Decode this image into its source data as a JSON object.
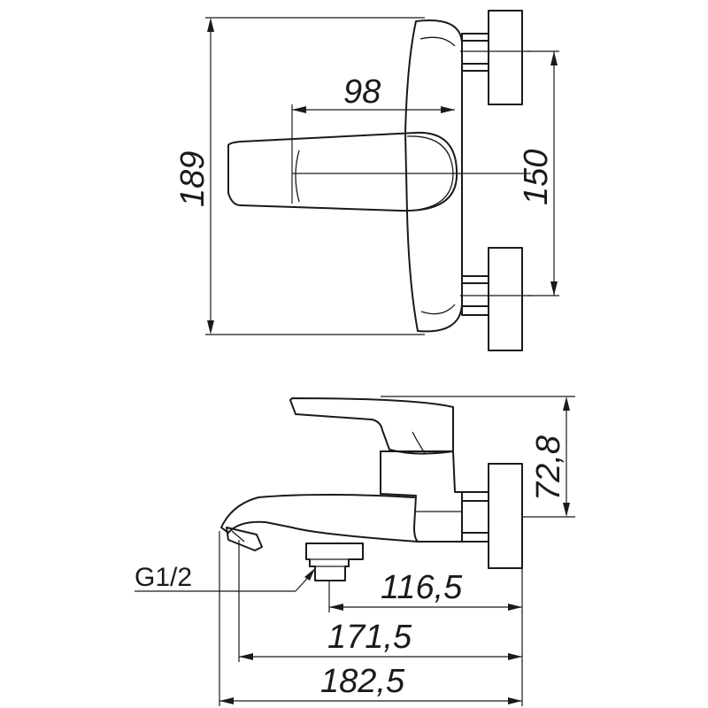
{
  "dimensions": {
    "top_height": "189",
    "lever_length": "98",
    "center_distance": "150",
    "side_height": "72,8",
    "spout_to_inlet": "116,5",
    "spout_reach": "171,5",
    "overall_length": "182,5"
  },
  "labels": {
    "thread": "G1/2"
  }
}
